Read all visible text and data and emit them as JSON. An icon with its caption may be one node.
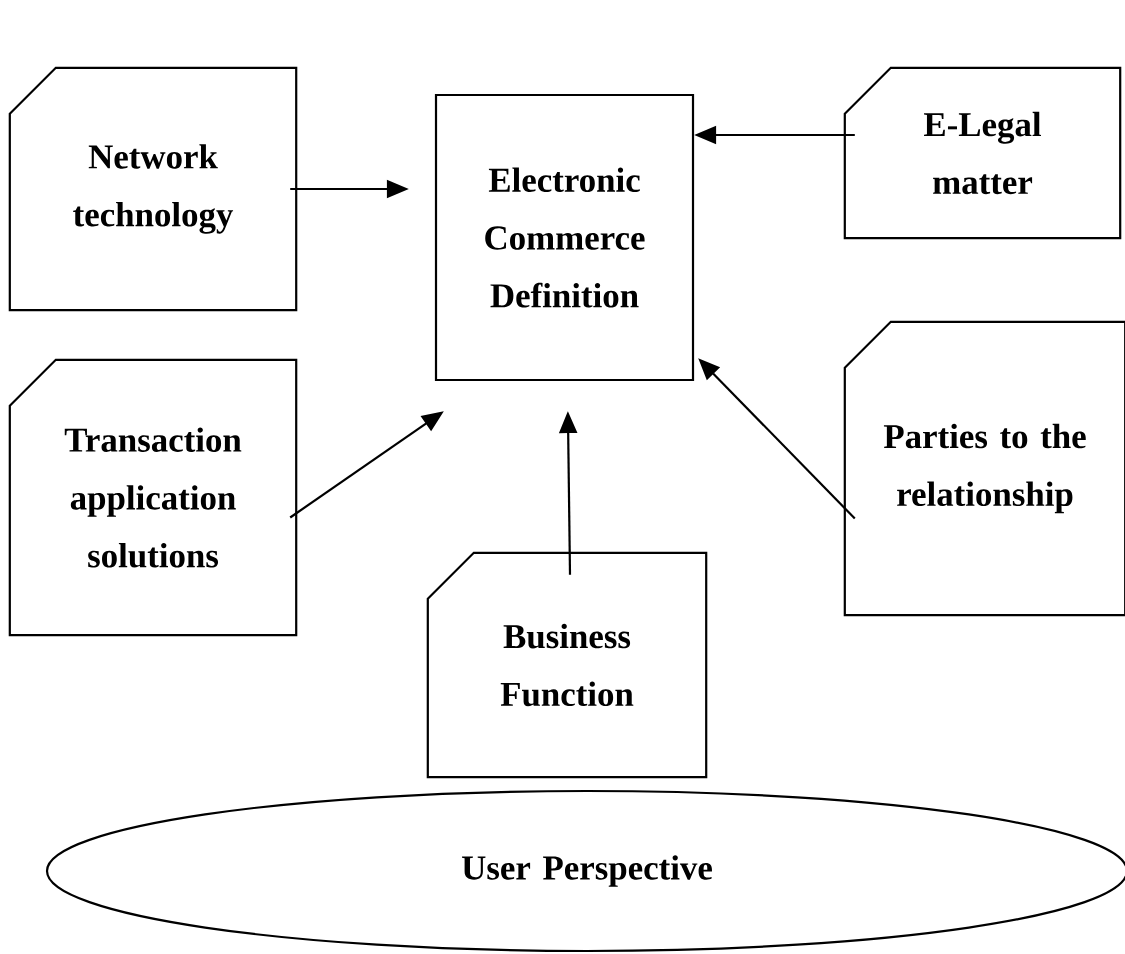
{
  "diagram": {
    "nodes": [
      {
        "text": [
          "Electronic Commerce Definition"
        ]
      },
      {
        "text": [
          "Network technology"
        ]
      },
      {
        "text": [
          "E-Legal matter"
        ]
      },
      {
        "text": [
          "Transaction application solutions"
        ]
      },
      {
        "text": [
          "Parties to the relationship"
        ]
      },
      {
        "text": [
          "Business Function"
        ]
      },
      {
        "text": [
          "User Perspective"
        ]
      }
    ],
    "edges": [
      {
        "from": 1,
        "to": 0,
        "arrow": "to"
      },
      {
        "from": 2,
        "to": 0,
        "arrow": "to"
      },
      {
        "from": 3,
        "to": 0,
        "arrow": "to"
      },
      {
        "from": 5,
        "to": 0,
        "arrow": "to"
      },
      {
        "from": 4,
        "to": 0,
        "arrow": "to"
      }
    ]
  }
}
